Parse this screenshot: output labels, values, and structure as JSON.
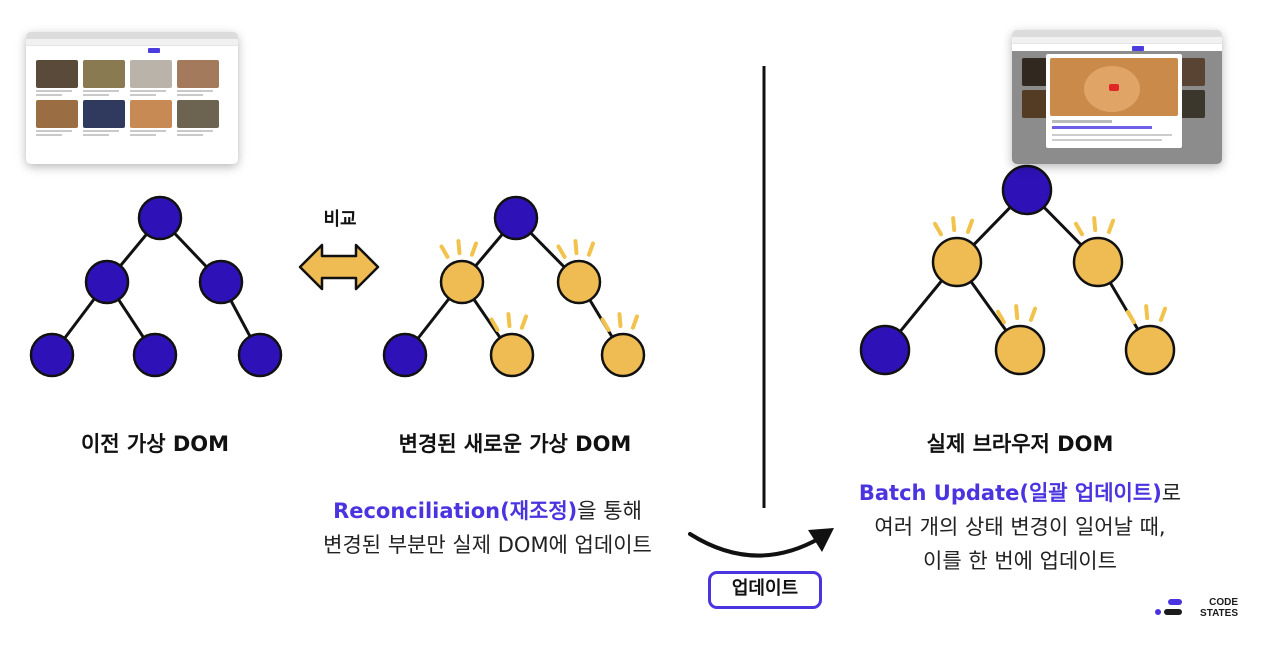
{
  "colors": {
    "accent": "#4a34e0",
    "node_unchanged": "#2e12b7",
    "node_changed": "#efbb53",
    "outline": "#111111",
    "spark": "#f2c34c"
  },
  "compare_label": "비교",
  "left_tree": {
    "label": "이전 가상 DOM"
  },
  "middle_tree": {
    "label": "변경된 새로운 가상 DOM"
  },
  "right_tree": {
    "label": "실제 브라우저 DOM"
  },
  "reconciliation": {
    "highlight": "Reconciliation(재조정)",
    "suffix": "을 통해",
    "line2": "변경된 부분만 실제 DOM에 업데이트"
  },
  "batch": {
    "highlight": "Batch Update(일괄 업데이트)",
    "suffix": "로",
    "line2": "여러 개의 상태 변경이 일어날 때,",
    "line3": "이를 한 번에 업데이트"
  },
  "update_badge": "업데이트",
  "logo": {
    "line1": "CODE",
    "line2": "STATES"
  },
  "screenshot_icons": [
    "browser-window-icon",
    "video-thumbnail-icon",
    "video-play-icon"
  ]
}
